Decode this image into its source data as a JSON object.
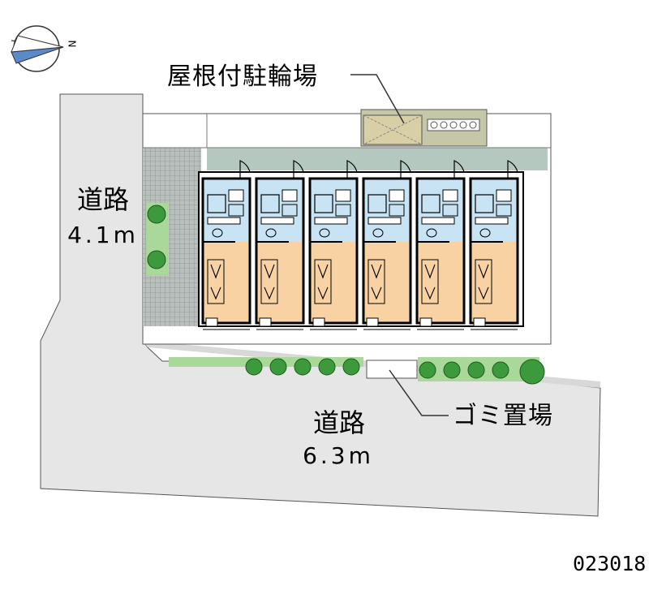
{
  "labels": {
    "bike_parking": "屋根付駐輪場",
    "trash_area": "ゴミ置場",
    "road_west_name": "道路",
    "road_west_width": "4.1m",
    "road_south_name": "道路",
    "road_south_width": "6.3m",
    "property_code": "023018",
    "north_letter": "N"
  },
  "building": {
    "unit_count": 6
  },
  "colors": {
    "road": "#e6e6e6",
    "bath_room": "#c8e4f4",
    "living_room": "#f8d2a2",
    "wall": "#000000",
    "greenery": "#3c9a3c",
    "greenery_light": "#aad89a",
    "parking_roof": "#c4c8a8",
    "site_shadow": "#b4c8c0",
    "compass_fill": "#5a8ac8"
  },
  "icons": {
    "compass": "north-arrow-icon"
  }
}
